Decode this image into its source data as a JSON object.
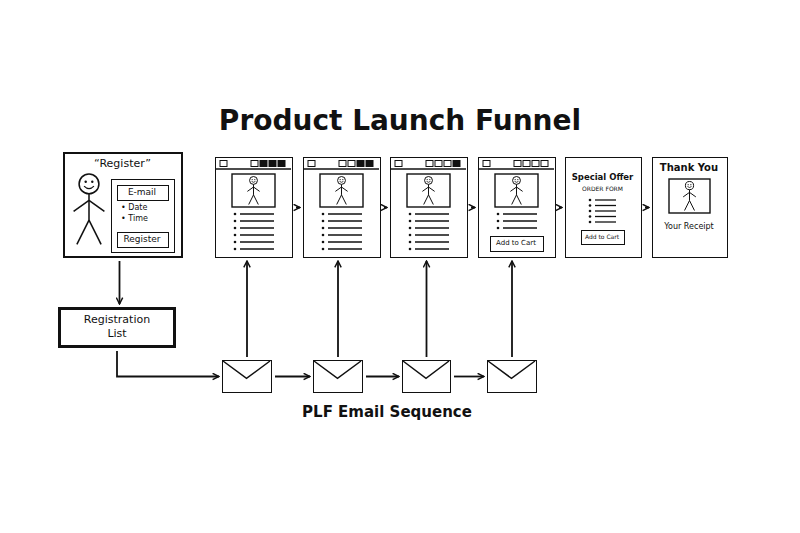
{
  "diagram": {
    "title": "Product Launch Funnel",
    "nodes": [
      {
        "text": [
          "“Register”"
        ]
      },
      {
        "text": [
          "• Date",
          "• Time"
        ],
        "in": 0
      },
      {
        "text": [
          "E-mail"
        ],
        "in": 1
      },
      {
        "text": [
          "Register"
        ],
        "in": 1
      },
      {
        "text": []
      },
      {
        "text": []
      },
      {
        "text": []
      },
      {
        "text": []
      },
      {
        "text": [
          "Add to Cart"
        ],
        "in": 7
      },
      {
        "text": [
          "Special Offer",
          "ORDER FORM"
        ]
      },
      {
        "text": [
          "Add to Cart"
        ],
        "in": 9
      },
      {
        "text": [
          "Thank You",
          "Your Receipt"
        ]
      },
      {
        "text": [
          "Registration List"
        ]
      },
      {
        "text": []
      },
      {
        "text": []
      },
      {
        "text": []
      },
      {
        "text": []
      }
    ],
    "edges": [
      {
        "from": 0,
        "to": 12,
        "arrow": "to"
      },
      {
        "from": 12,
        "to": 13,
        "arrow": "to"
      },
      {
        "from": 13,
        "to": 14,
        "arrow": "to"
      },
      {
        "from": 14,
        "to": 15,
        "arrow": "to"
      },
      {
        "from": 15,
        "to": 16,
        "arrow": "to"
      },
      {
        "from": 13,
        "to": 4,
        "arrow": "to"
      },
      {
        "from": 14,
        "to": 5,
        "arrow": "to"
      },
      {
        "from": 15,
        "to": 6,
        "arrow": "to"
      },
      {
        "from": 16,
        "to": 7,
        "arrow": "to"
      },
      {
        "from": 4,
        "to": 5,
        "arrow": "to"
      },
      {
        "from": 5,
        "to": 6,
        "arrow": "to"
      },
      {
        "from": 6,
        "to": 7,
        "arrow": "to"
      },
      {
        "from": 7,
        "to": 9,
        "arrow": "to"
      },
      {
        "from": 9,
        "to": 11,
        "arrow": "to"
      }
    ],
    "labels": [
      "PLF Email Sequence"
    ]
  }
}
